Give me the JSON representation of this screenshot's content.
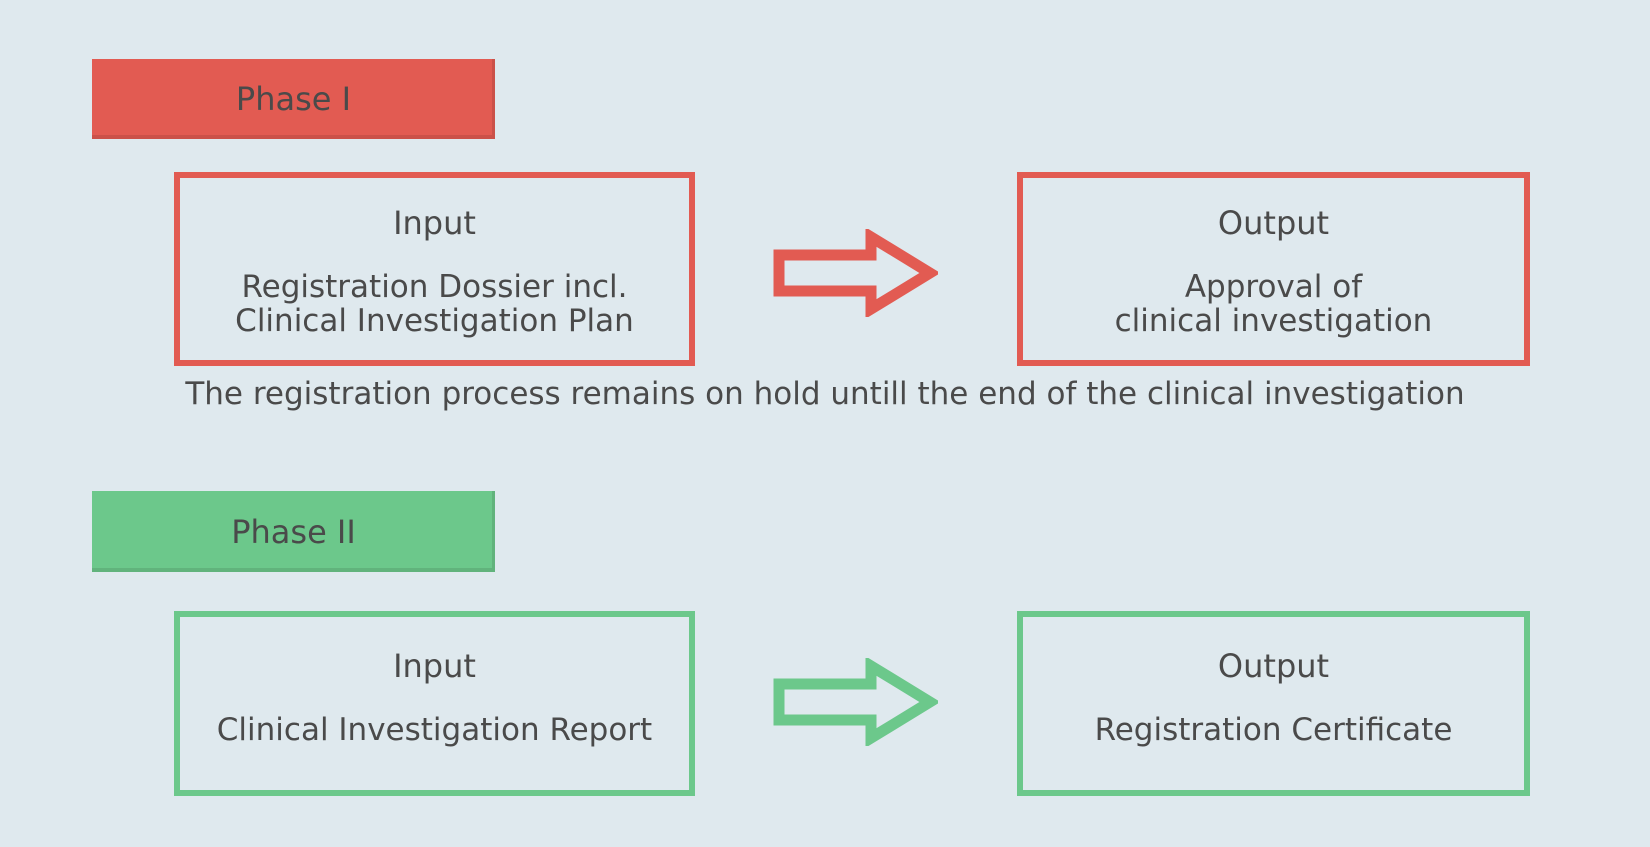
{
  "colors": {
    "bg": "#dfe9ee",
    "red": "#e25b52",
    "green": "#6cc88b",
    "text": "#4a4a4a"
  },
  "phase1": {
    "label": "Phase I",
    "input": {
      "title": "Input",
      "line1": "Registration Dossier incl.",
      "line2": "Clinical Investigation Plan"
    },
    "output": {
      "title": "Output",
      "line1": "Approval of",
      "line2": "clinical investigation"
    }
  },
  "note": "The registration process remains on hold untill the end of the clinical investigation",
  "phase2": {
    "label": "Phase II",
    "input": {
      "title": "Input",
      "line1": "Clinical Investigation Report"
    },
    "output": {
      "title": "Output",
      "line1": "Registration Certificate"
    }
  },
  "icons": {
    "arrow": "right-block-arrow"
  }
}
